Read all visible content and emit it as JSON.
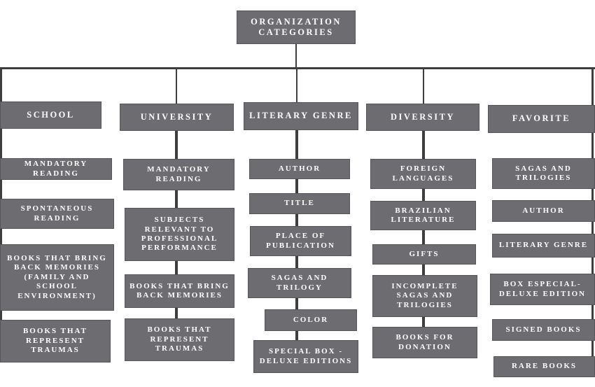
{
  "diagram": {
    "root": "ORGANIZATION CATEGORIES",
    "columns": [
      {
        "header": "SCHOOL",
        "items": [
          "MANDATORY READING",
          "SPONTANEOUS READING",
          "BOOKS THAT BRING BACK MEMORIES (FAMILY AND SCHOOL ENVIRONMENT)",
          "BOOKS THAT REPRESENT TRAUMAS"
        ]
      },
      {
        "header": "UNIVERSITY",
        "items": [
          "MANDATORY READING",
          "SUBJECTS RELEVANT TO PROFESSIONAL PERFORMANCE",
          "BOOKS THAT BRING BACK MEMORIES",
          "BOOKS THAT REPRESENT TRAUMAS"
        ]
      },
      {
        "header": "LITERARY GENRE",
        "items": [
          "AUTHOR",
          "TITLE",
          "PLACE OF PUBLICATION",
          "SAGAS AND TRILOGY",
          "COLOR",
          "SPECIAL BOX - DELUXE EDITIONS"
        ]
      },
      {
        "header": "DIVERSITY",
        "items": [
          "FOREIGN LANGUAGES",
          "BRAZILIAN LITERATURE",
          "GIFTS",
          "INCOMPLETE SAGAS AND TRILOGIES",
          "BOOKS FOR DONATION"
        ]
      },
      {
        "header": "FAVORITE",
        "items": [
          "SAGAS AND TRILOGIES",
          "AUTHOR",
          "LITERARY GENRE",
          "BOX ESPECIAL- DELUXE EDITION",
          "SIGNED BOOKS",
          "RARE BOOKS"
        ]
      }
    ],
    "colors": {
      "box_fill": "#6d6d71",
      "box_border": "#55555a",
      "connector": "#3e3e3e",
      "text": "#ffffff",
      "background": "#ffffff"
    }
  }
}
